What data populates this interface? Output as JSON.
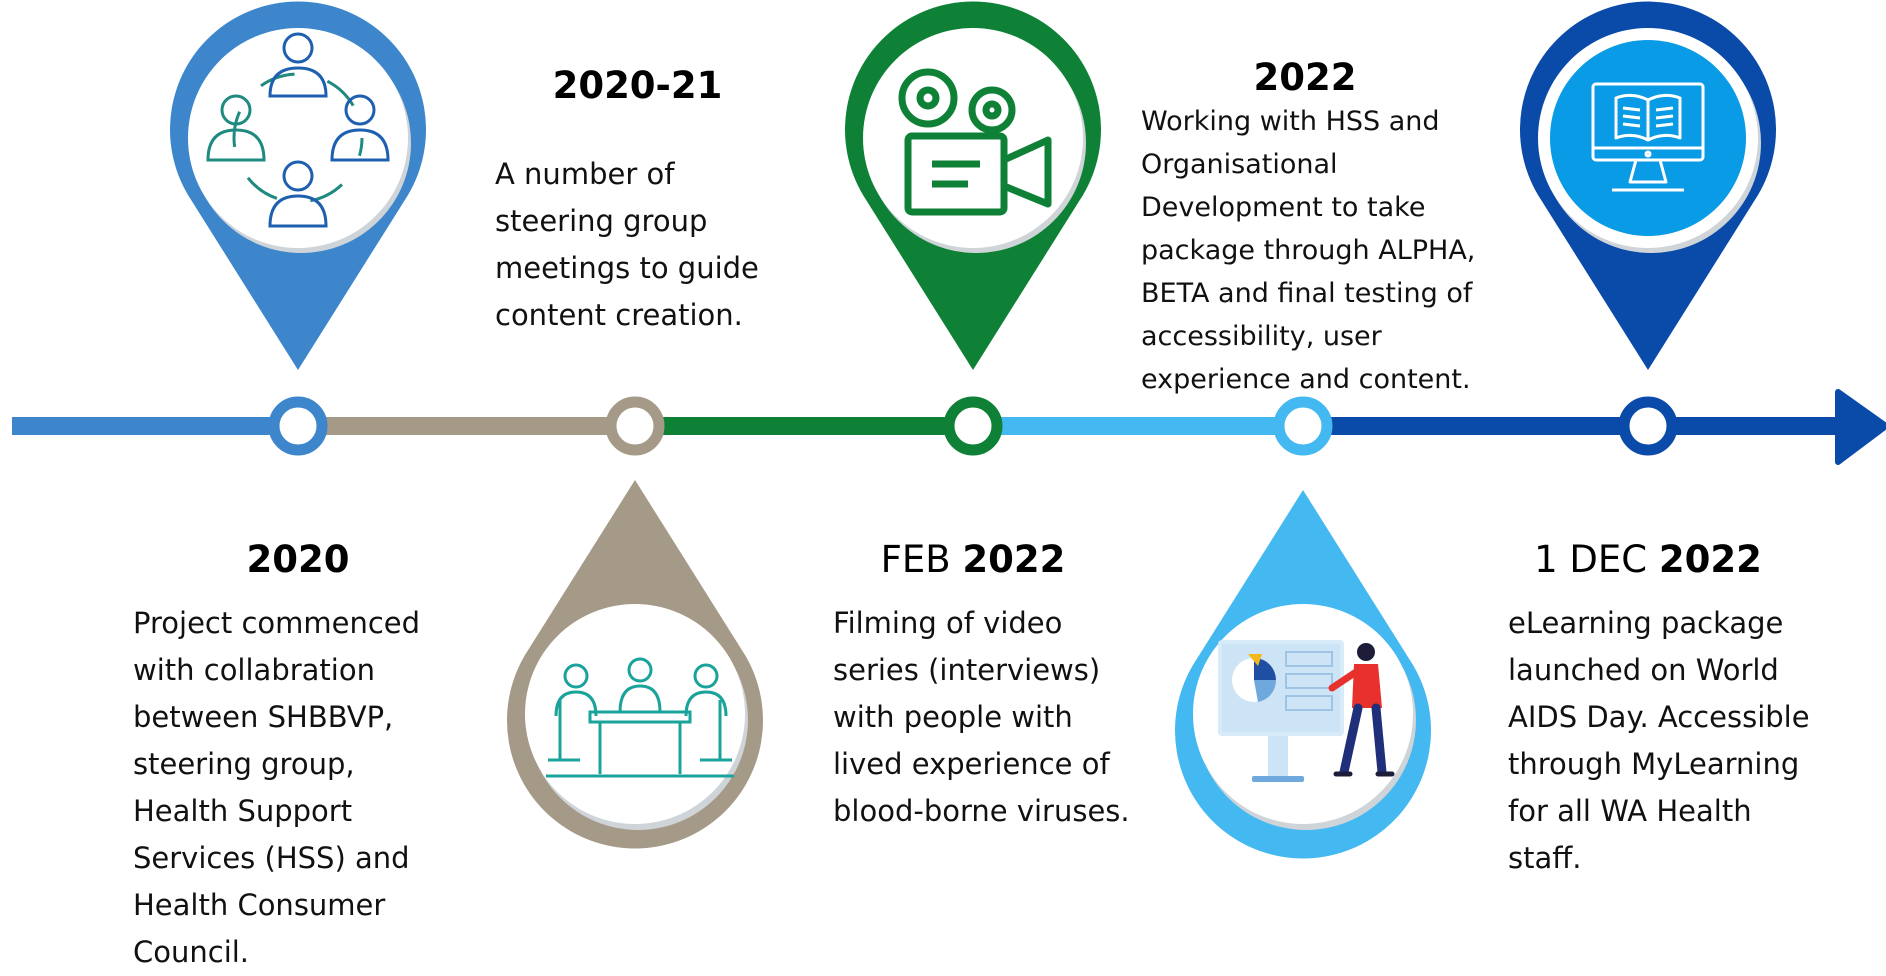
{
  "colors": {
    "blue": "#3d86cc",
    "taupe": "#a49a87",
    "green": "#0e8136",
    "light_blue": "#44b8f0",
    "dark_blue": "#0a4aa8",
    "teal": "#1e8a80",
    "bright_blue": "#0a9be6",
    "red": "#e8302c",
    "yellow": "#f5b81c"
  },
  "milestones": [
    {
      "id": "2020",
      "year_prefix": "",
      "year": "2020",
      "description": [
        "Project commenced",
        "with collabration",
        "between SHBBVP,",
        "steering group,",
        "Health Support",
        "Services (HSS) and",
        "Health Consumer",
        "Council."
      ],
      "icon": "people-circle-icon",
      "pin_direction": "up",
      "color": "#3d86cc"
    },
    {
      "id": "2020-21",
      "year_prefix": "",
      "year": "2020-21",
      "description": [
        "A number of",
        "steering group",
        "meetings to guide",
        "content creation."
      ],
      "icon": "meeting-table-icon",
      "pin_direction": "down",
      "color": "#a49a87"
    },
    {
      "id": "feb-2022",
      "year_prefix": "FEB",
      "year": "2022",
      "description": [
        "Filming of video",
        "series (interviews)",
        "with people with",
        "lived experience of",
        "blood-borne viruses."
      ],
      "icon": "video-camera-icon",
      "pin_direction": "up",
      "color": "#0e8136"
    },
    {
      "id": "2022",
      "year_prefix": "",
      "year": "2022",
      "description": [
        "Working with HSS and",
        "Organisational",
        "Development to take",
        "package through ALPHA,",
        "BETA and final testing of",
        "accessibility, user",
        "experience and content."
      ],
      "icon": "presentation-dashboard-icon",
      "pin_direction": "down",
      "color": "#44b8f0"
    },
    {
      "id": "1-dec-2022",
      "year_prefix": "1 DEC",
      "year": "2022",
      "description": [
        "eLearning package",
        "launched on World",
        "AIDS Day. Accessible",
        "through MyLearning",
        "for all WA Health",
        "staff."
      ],
      "icon": "computer-book-icon",
      "pin_direction": "up",
      "color": "#0a4aa8"
    }
  ]
}
